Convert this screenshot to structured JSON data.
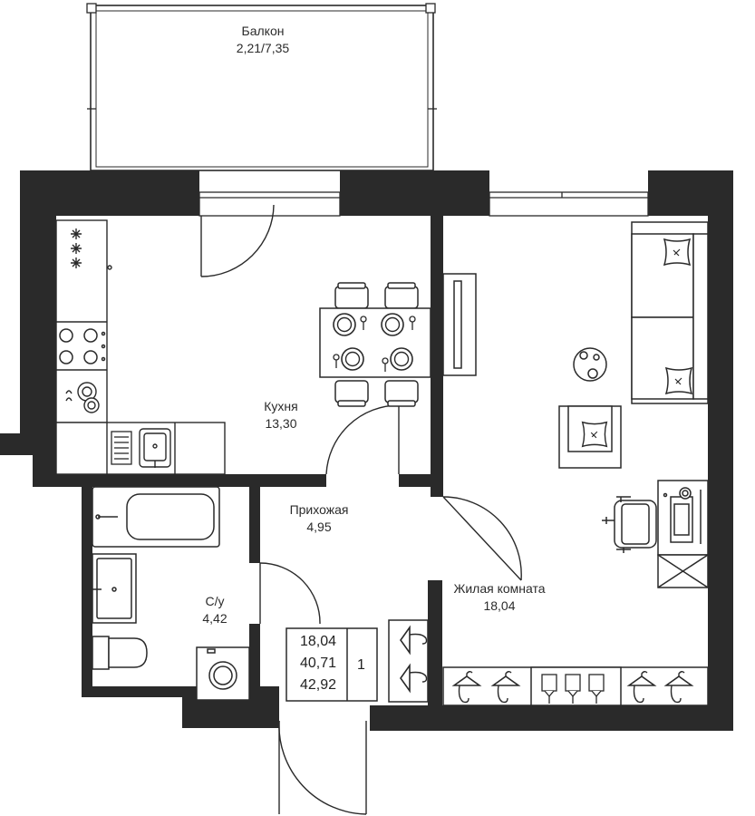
{
  "rooms": {
    "balcony": {
      "name": "Балкон",
      "area": "2,21/7,35"
    },
    "kitchen": {
      "name": "Кухня",
      "area": "13,30"
    },
    "hallway": {
      "name": "Прихожая",
      "area": "4,95"
    },
    "bathroom": {
      "name": "С/у",
      "area": "4,42"
    },
    "living": {
      "name": "Жилая комната",
      "area": "18,04"
    }
  },
  "summary": {
    "living_area": "18,04",
    "usable_area": "40,71",
    "total_area": "42,92",
    "room_count": "1"
  },
  "colors": {
    "wall": "#2a2a2a",
    "line": "#2a2a2a",
    "background": "#ffffff"
  }
}
